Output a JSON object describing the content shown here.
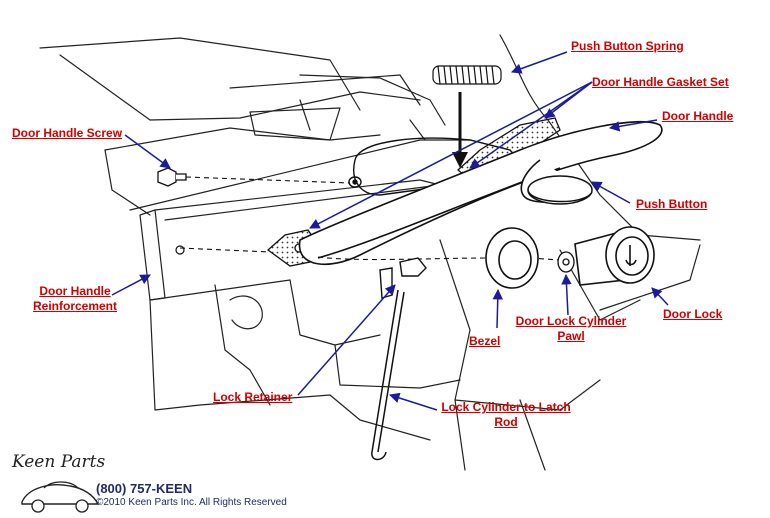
{
  "labels": {
    "push_button_spring": "Push Button Spring",
    "door_handle_gasket_set": "Door Handle Gasket Set",
    "door_handle": "Door Handle",
    "door_handle_screw": "Door Handle Screw",
    "push_button": "Push Button",
    "door_handle_reinforcement_1": "Door Handle",
    "door_handle_reinforcement_2": "Reinforcement",
    "door_lock_cylinder_pawl_1": "Door Lock Cylinder",
    "door_lock_cylinder_pawl_2": "Pawl",
    "door_lock": "Door Lock",
    "bezel": "Bezel",
    "lock_retainer": "Lock Retainer",
    "lock_cylinder_rod_1": "Lock Cylinder to Latch",
    "lock_cylinder_rod_2": "Rod"
  },
  "branding": {
    "logo_text": "Keen Parts",
    "phone": "(800) 757-KEEN",
    "copyright": "©2010 Keen Parts Inc. All Rights Reserved"
  },
  "colors": {
    "label": "#d10000",
    "arrow": "#1a1a9e",
    "line_art": "#111111",
    "brand": "#1f2a6b"
  }
}
